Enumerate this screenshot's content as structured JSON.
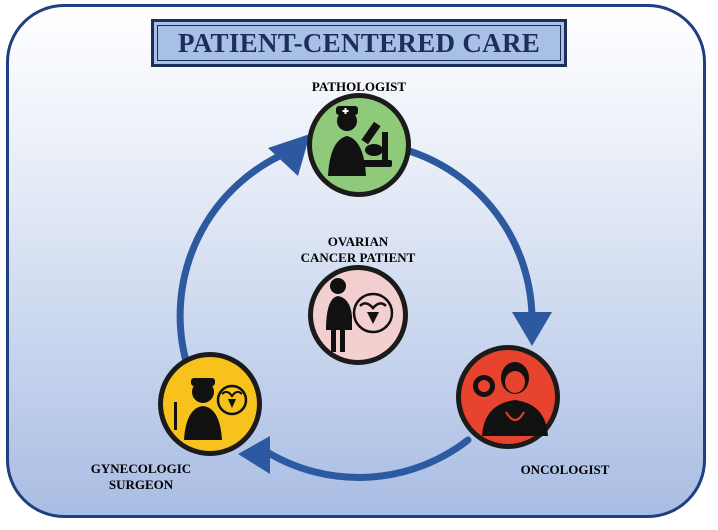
{
  "title": "PATIENT-CENTERED CARE",
  "nodes": {
    "pathologist": {
      "label": "PATHOLOGIST",
      "color": "#8fc97a"
    },
    "center": {
      "line1": "OVARIAN",
      "line2": "CANCER PATIENT",
      "color": "#f3cfd0"
    },
    "oncologist": {
      "label": "ONCOLOGIST",
      "color": "#e8432e"
    },
    "gynecologic": {
      "line1": "GYNECOLOGIC",
      "line2": "SURGEON",
      "color": "#f6c21b"
    }
  },
  "colors": {
    "frame": "#1f3f7f",
    "cycle_arrow": "#2d59a0",
    "title_fill": "#a8c0e6"
  }
}
